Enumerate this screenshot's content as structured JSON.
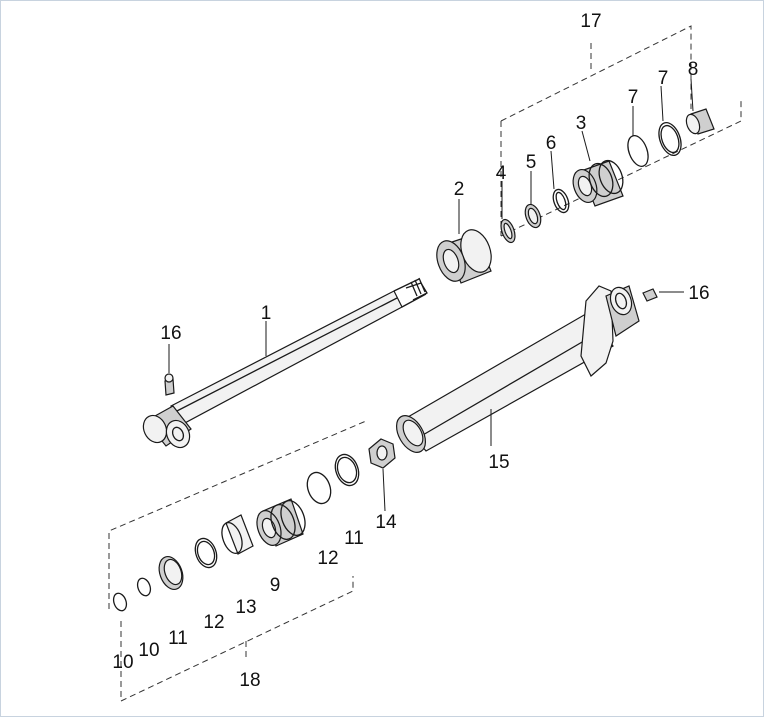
{
  "diagram": {
    "callouts": {
      "c1": "1",
      "c2": "2",
      "c3": "3",
      "c4": "4",
      "c5": "5",
      "c6": "6",
      "c7a": "7",
      "c7b": "7",
      "c8": "8",
      "c9": "9",
      "c10a": "10",
      "c10b": "10",
      "c11a": "11",
      "c11b": "11",
      "c12a": "12",
      "c12b": "12",
      "c13": "13",
      "c14": "14",
      "c15": "15",
      "c16a": "16",
      "c16b": "16",
      "c17": "17",
      "c18": "18"
    },
    "parts": [
      {
        "key": "c1",
        "icon": "piston-rod-icon"
      },
      {
        "key": "c2",
        "icon": "gland-nut-icon"
      },
      {
        "key": "c3",
        "icon": "rod-guide-icon"
      },
      {
        "key": "c9",
        "icon": "piston-icon"
      },
      {
        "key": "c14",
        "icon": "lock-nut-icon"
      },
      {
        "key": "c15",
        "icon": "cylinder-tube-icon"
      },
      {
        "key": "c16a",
        "icon": "grease-fitting-icon"
      }
    ],
    "colors": {
      "line": "#1a1a1a",
      "fill": "#cfcfcf",
      "border": "#c8d3df"
    }
  }
}
